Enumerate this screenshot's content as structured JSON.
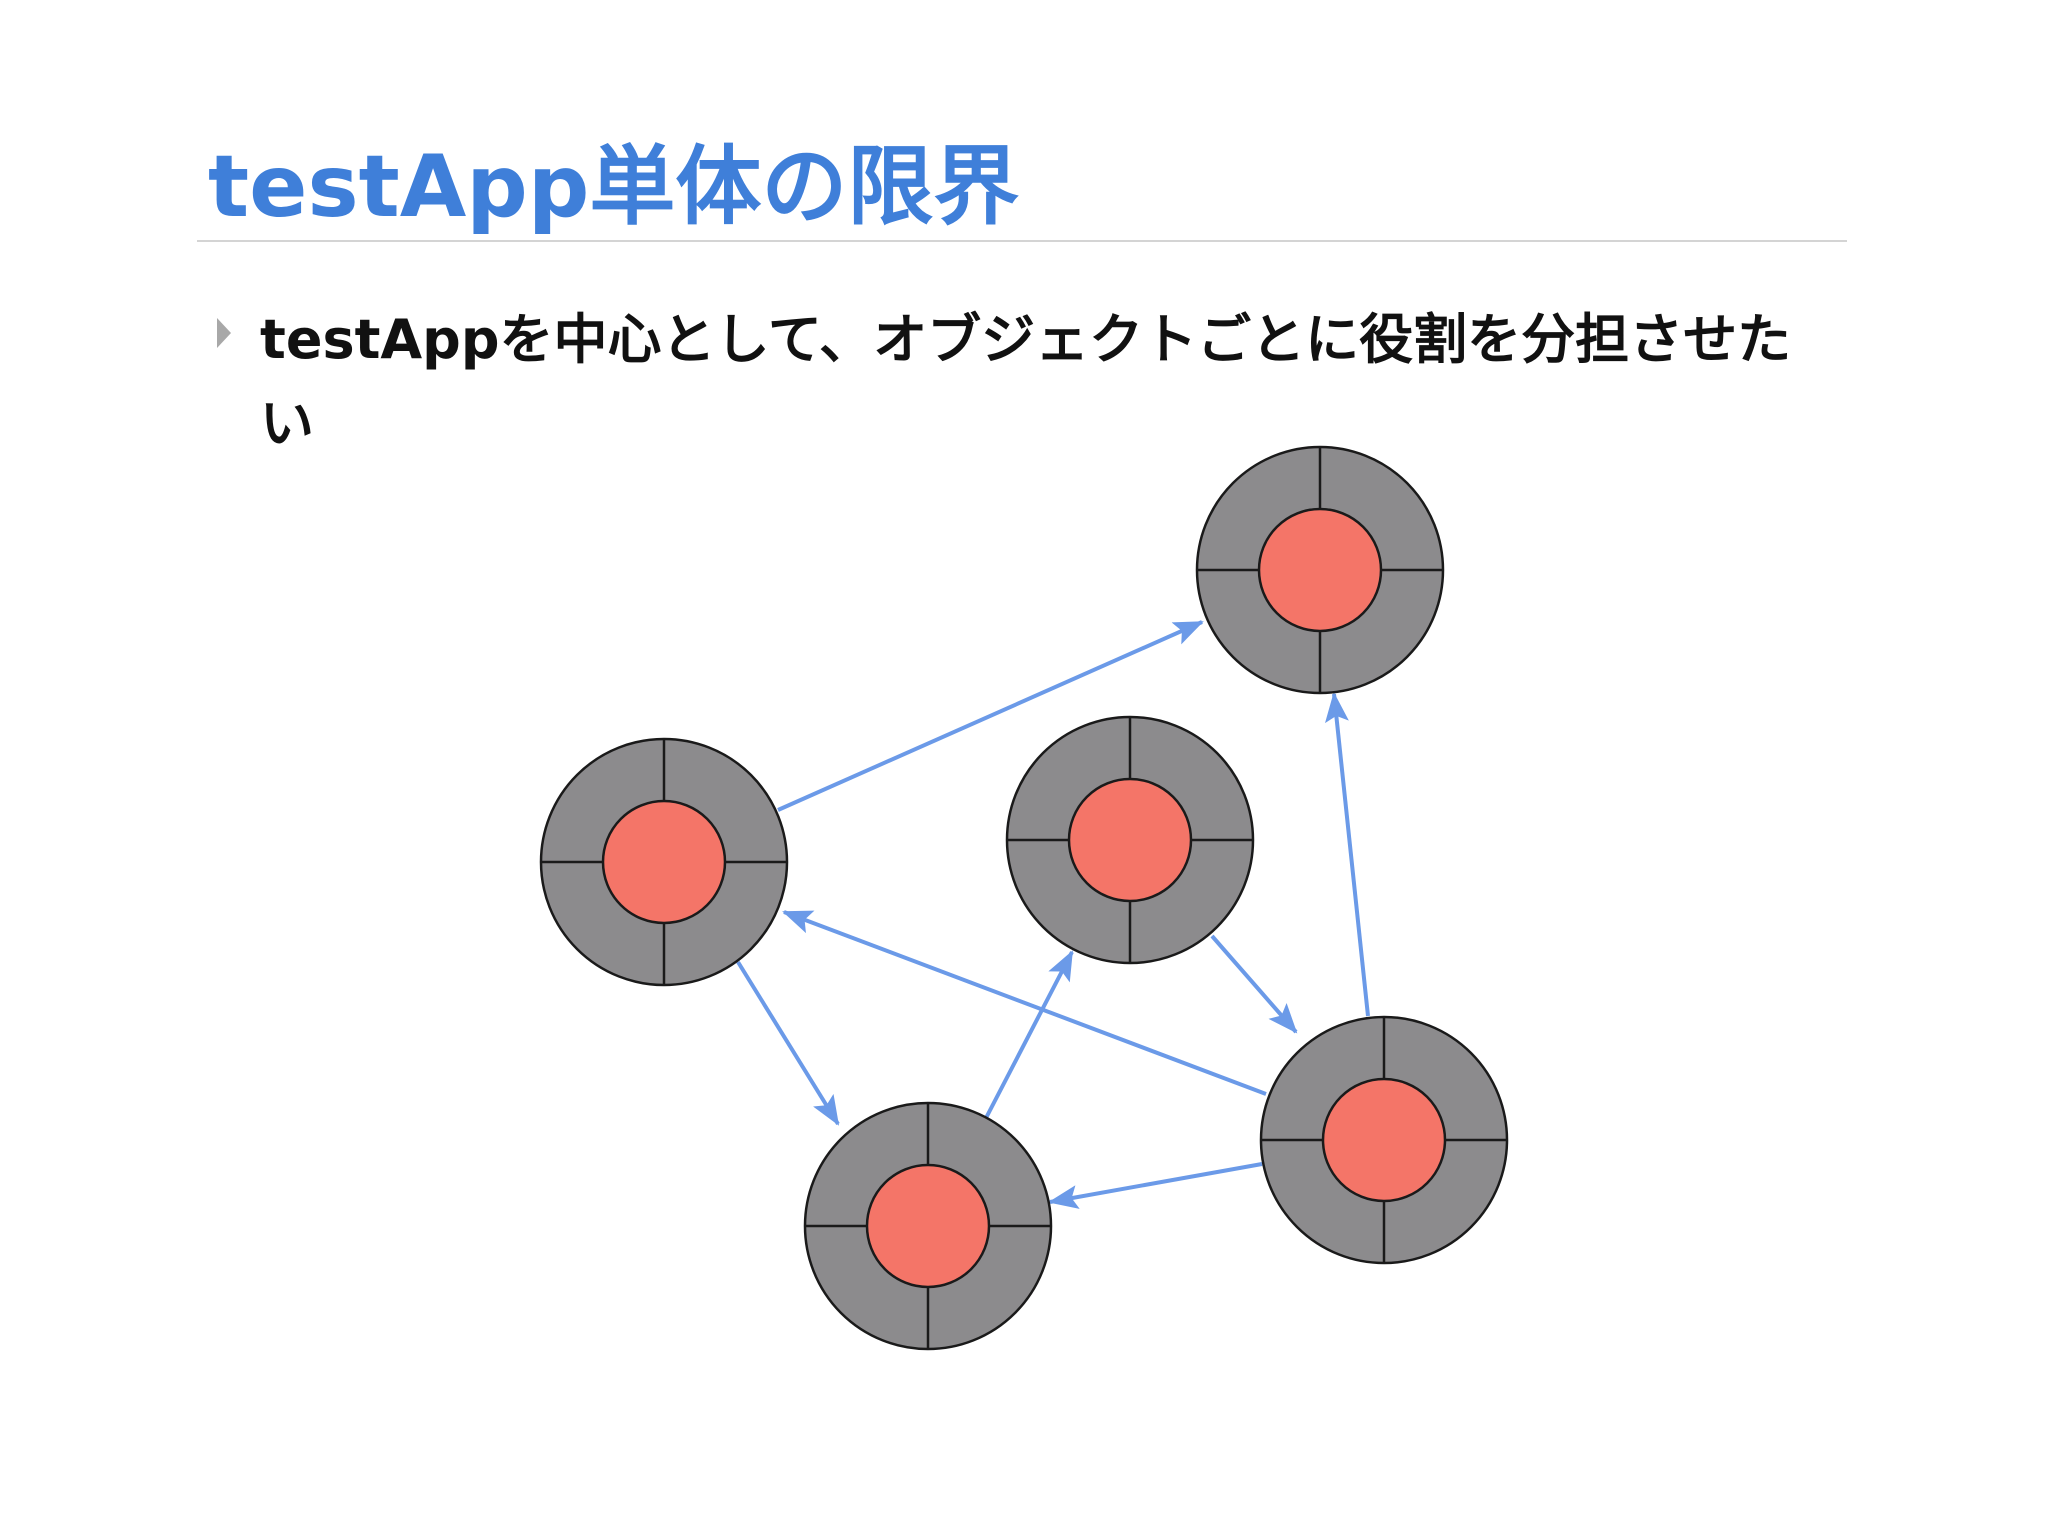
{
  "slide": {
    "title": "testApp単体の限界",
    "bullet": "testAppを中心として、オブジェクトごとに役割を分担させたい"
  },
  "colors": {
    "title": "#3f7fd9",
    "connector": "#6b9ae8",
    "ring": "#8c8b8d",
    "core": "#f47568",
    "outline": "#1a1a1a"
  },
  "diagram": {
    "node_icon": "donut-node-icon",
    "nodes": [
      "object-top-right",
      "object-left",
      "object-center",
      "object-bottom",
      "object-right"
    ],
    "edges": [
      {
        "from": "object-left",
        "to": "object-top-right"
      },
      {
        "from": "object-right",
        "to": "object-top-right"
      },
      {
        "from": "object-right",
        "to": "object-left"
      },
      {
        "from": "object-left",
        "to": "object-bottom"
      },
      {
        "from": "object-bottom",
        "to": "object-center"
      },
      {
        "from": "object-center",
        "to": "object-right"
      },
      {
        "from": "object-right",
        "to": "object-bottom"
      }
    ]
  }
}
